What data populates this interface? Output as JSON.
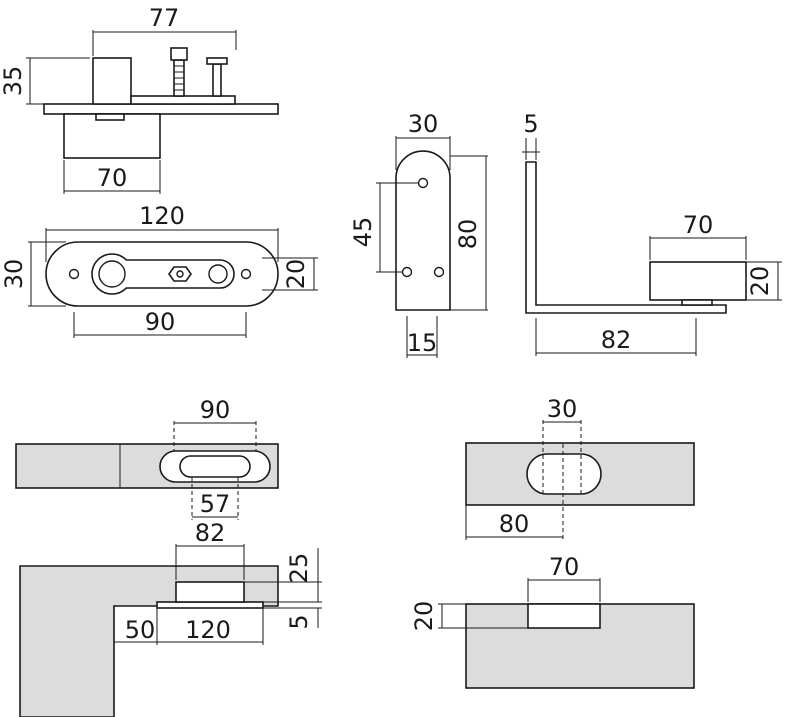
{
  "dimensions": {
    "top_height": "35",
    "top_width": "77",
    "block_width": "70",
    "plate_length": "120",
    "plate_height": "30",
    "plate_height_right": "20",
    "hole_spacing": "90",
    "bracket_width": "30",
    "bracket_hole_spacing": "45",
    "bracket_height": "80",
    "bracket_offset": "15",
    "l_thickness": "5",
    "l_block_width": "70",
    "l_block_height": "20",
    "l_length": "82",
    "cut_outer": "90",
    "cut_inner": "57",
    "slot_width": "30",
    "slot_offset": "80",
    "recess_width": "82",
    "recess_depth": "25",
    "plate_depth": "5",
    "edge_offset": "50",
    "recess_length": "120",
    "pocket_width": "70",
    "pocket_depth": "20"
  }
}
